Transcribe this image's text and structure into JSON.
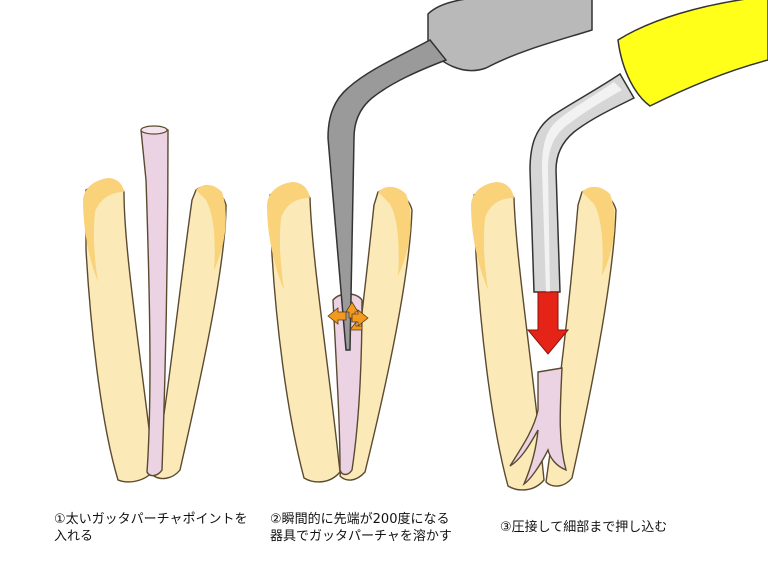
{
  "captions": [
    "①太いガッタパーチャポイントを入れる",
    "②瞬間的に先端が200度になる器具でガッタパーチャを溶かす",
    "③圧接して細部まで押し込む"
  ],
  "colors": {
    "tooth_fill": "#fbeab8",
    "tooth_stroke": "#5a4a30",
    "enamel": "#f9d27a",
    "gutta_percha": "#ecd3e3",
    "heater_tip": "#9a9a9a",
    "heater_handle": "#b9b9b9",
    "plugger_metal": "#d6d6d6",
    "plugger_handle": "#ffff1a",
    "heat_arrows": "#f39a1e",
    "press_arrow": "#e52417"
  },
  "icons": [
    "heat-arrows-icon",
    "press-down-arrow-icon"
  ]
}
